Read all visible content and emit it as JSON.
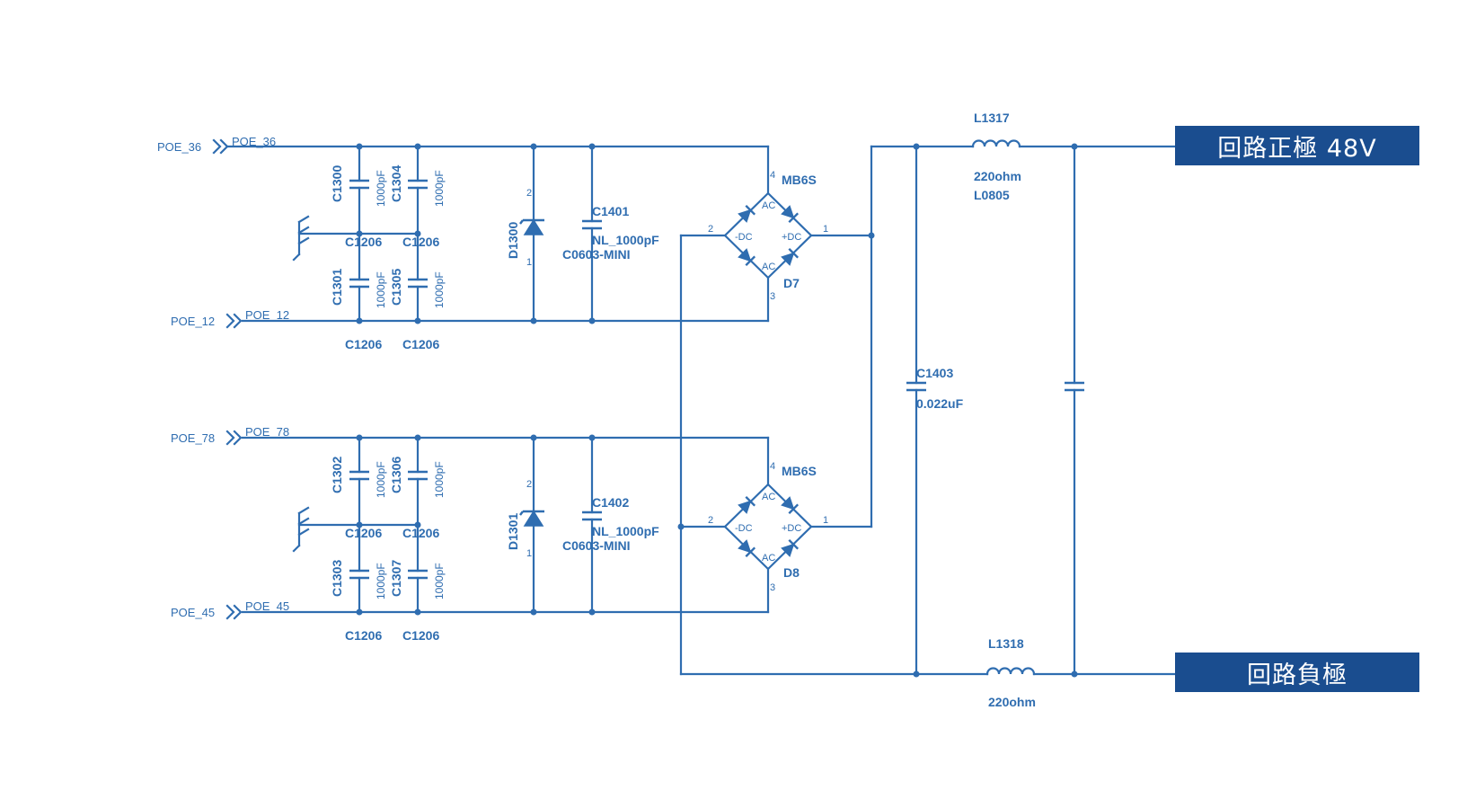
{
  "ports": {
    "poe36": "POE_36",
    "poe12": "POE_12",
    "poe78": "POE_78",
    "poe45": "POE_45"
  },
  "capacitors_top": {
    "c1300": "C1300",
    "c1304": "C1304",
    "c1301": "C1301",
    "c1305": "C1305",
    "value": "1000pF",
    "package": "C1206"
  },
  "capacitors_bottom": {
    "c1302": "C1302",
    "c1306": "C1306",
    "c1303": "C1303",
    "c1307": "C1307",
    "value": "1000pF",
    "package": "C1206"
  },
  "diodes": {
    "d1300": "D1300",
    "d1301": "D1301",
    "pin_anode": "1",
    "pin_cathode": "2"
  },
  "caps_nl": {
    "c1401": "C1401",
    "c1402": "C1402",
    "value": "NL_1000pF",
    "package": "C0603-MINI"
  },
  "bridges": {
    "part": "MB6S",
    "d7": "D7",
    "d8": "D8",
    "ac": "AC",
    "dc_neg": "-DC",
    "dc_pos": "+DC",
    "pin1": "1",
    "pin2": "2",
    "pin3": "3",
    "pin4": "4"
  },
  "filter": {
    "c1403": "C1403",
    "c1403_value": "0.022uF",
    "l1317": "L1317",
    "l1317_value": "220ohm",
    "l1317_package": "L0805",
    "l1318": "L1318",
    "l1318_value": "220ohm"
  },
  "tags": {
    "positive": "回路正極 48V",
    "negative": "回路負極"
  },
  "colors": {
    "wire": "#2f6db0",
    "tag_bg": "#1a4d8f",
    "tag_text": "#ffffff"
  }
}
